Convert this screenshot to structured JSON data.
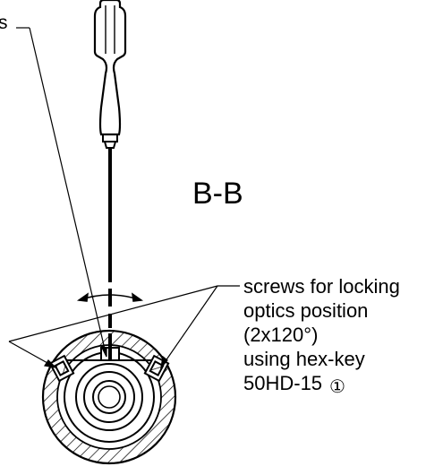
{
  "labels": {
    "top_fragment": "s",
    "section": "B-B",
    "note_lines": [
      "screws for locking",
      "optics position",
      "(2x120°)",
      "using hex-key",
      "50HD-15"
    ],
    "note_ref": "①"
  },
  "colors": {
    "line": "#000000",
    "background": "#ffffff"
  }
}
